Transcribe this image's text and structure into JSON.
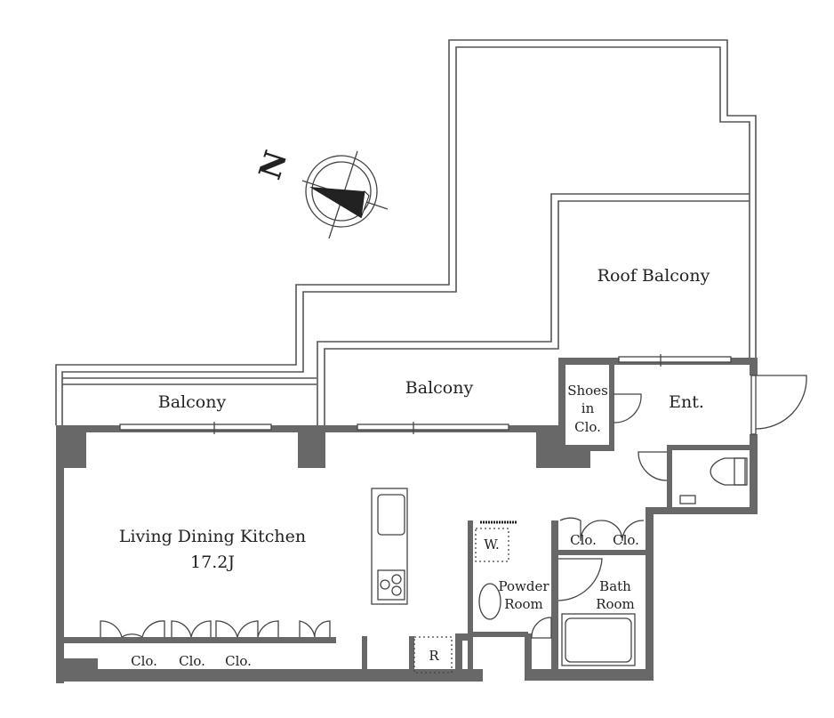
{
  "compass": {
    "north_label": "N"
  },
  "rooms": {
    "roof_balcony": "Roof Balcony",
    "balcony_left": "Balcony",
    "balcony_center": "Balcony",
    "shoes_closet": [
      "Shoes",
      "in",
      "Clo."
    ],
    "entrance": "Ent.",
    "ldk": {
      "name": "Living Dining Kitchen",
      "area": "17.2J"
    },
    "washer": "W.",
    "powder_room": [
      "Powder",
      "Room"
    ],
    "bath_room": [
      "Bath",
      "Room"
    ],
    "closets_bath": [
      "Clo.",
      "Clo."
    ],
    "closets_ldk": [
      "Clo.",
      "Clo.",
      "Clo."
    ],
    "refrigerator": "R"
  },
  "colors": {
    "wall": "#686868",
    "line": "#555555"
  }
}
